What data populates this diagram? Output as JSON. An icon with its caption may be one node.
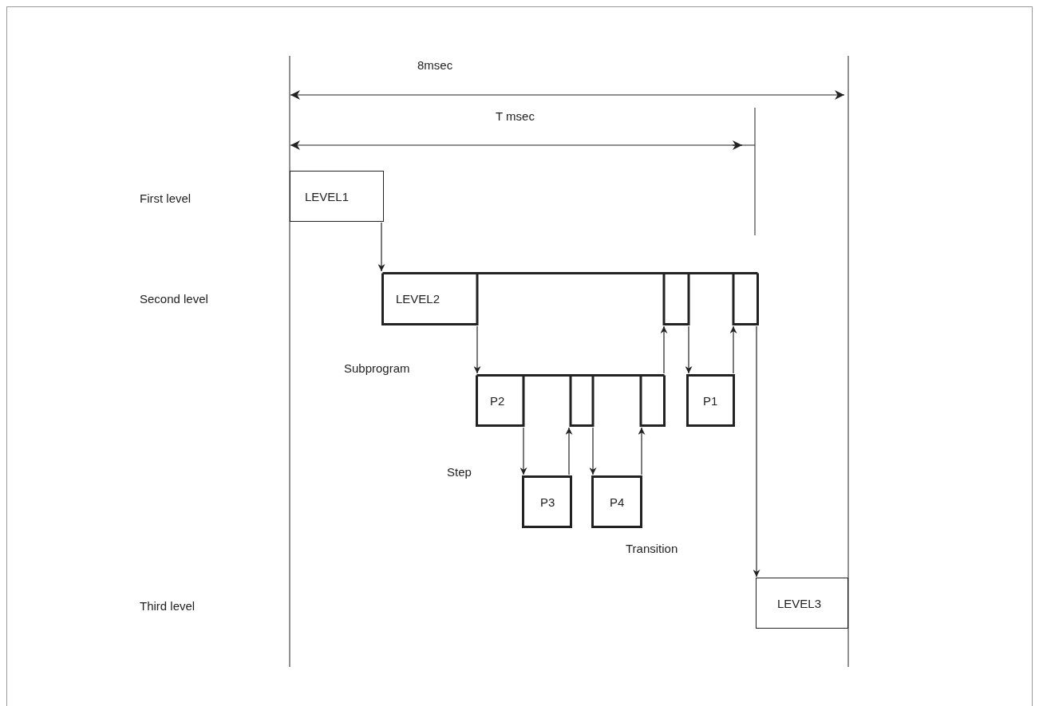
{
  "diagram": {
    "nodes": [
      {
        "text": [
          "LEVEL1"
        ]
      },
      {
        "text": [
          "LEVEL2"
        ]
      },
      {
        "text": [
          "P2"
        ]
      },
      {
        "text": [
          "P1"
        ]
      },
      {
        "text": [
          "P3"
        ]
      },
      {
        "text": [
          "P4"
        ]
      },
      {
        "text": [
          "LEVEL3"
        ]
      }
    ],
    "edges": [
      {
        "from": 0,
        "to": 1,
        "arrow": "to"
      },
      {
        "from": 1,
        "to": 2,
        "arrow": "to"
      },
      {
        "from": 2,
        "to": 1,
        "arrow": "to"
      },
      {
        "from": 1,
        "to": 3,
        "arrow": "to"
      },
      {
        "from": 3,
        "to": 1,
        "arrow": "to"
      },
      {
        "from": 2,
        "to": 4,
        "arrow": "to"
      },
      {
        "from": 4,
        "to": 2,
        "arrow": "to"
      },
      {
        "from": 2,
        "to": 5,
        "arrow": "to"
      },
      {
        "from": 5,
        "to": 2,
        "arrow": "to"
      },
      {
        "from": 1,
        "to": 6,
        "arrow": "to"
      }
    ],
    "labels": [
      "8msec",
      "T msec",
      "First level",
      "Second level",
      "Subprogram",
      "Step",
      "Transition",
      "Third level"
    ]
  }
}
